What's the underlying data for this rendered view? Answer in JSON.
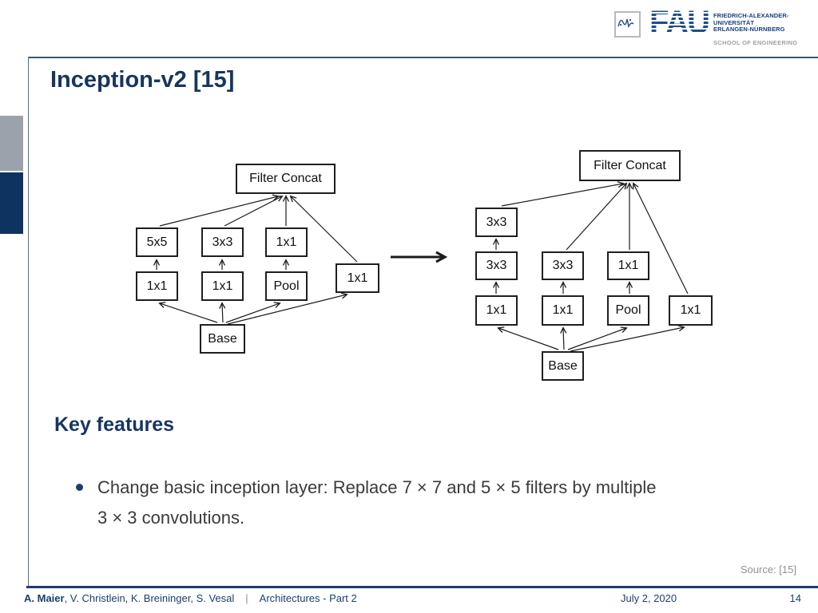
{
  "header": {
    "logo": {
      "fau_text": "FAU",
      "university_line1": "FRIEDRICH-ALEXANDER-",
      "university_line2": "UNIVERSITÄT",
      "university_line3": "ERLANGEN-NÜRNBERG",
      "school": "SCHOOL OF ENGINEERING"
    }
  },
  "slide": {
    "title": "Inception-v2 [15]",
    "section_heading": "Key features",
    "bullet": {
      "line1": "Change basic inception layer: Replace 7 × 7 and 5 × 5 filters by multiple",
      "line2": "3 × 3 convolutions."
    },
    "source": "Source: [15]"
  },
  "diagram": {
    "left_nodes": [
      "Filter Concat",
      "5x5",
      "3x3",
      "1x1",
      "1x1",
      "1x1",
      "Pool",
      "1x1",
      "Base"
    ],
    "right_nodes": [
      "Filter Concat",
      "3x3",
      "3x3",
      "3x3",
      "1x1",
      "1x1",
      "1x1",
      "Pool",
      "1x1",
      "Base"
    ]
  },
  "footer": {
    "author_bold": "A. Maier",
    "authors_rest": ", V. Christlein, K. Breininger, S. Vesal",
    "separator": "|",
    "course": "Architectures - Part 2",
    "date": "July 2, 2020",
    "page": "14"
  },
  "colors": {
    "navy_heading": "#17365f",
    "footer_navy": "#1b3e6f",
    "sidebar_gray": "#9aa3ac",
    "sidebar_navy": "#0f3361",
    "frame_line": "#37576f",
    "bottom_line": "#1d3d6d",
    "logo_blue": "#1c4c91",
    "logo_text_navy": "#16407c",
    "logo_gray": "#9ca1a7",
    "body_text": "#3a3a3a",
    "source_gray": "#919196",
    "diagram_stroke": "#1f1f1f"
  }
}
